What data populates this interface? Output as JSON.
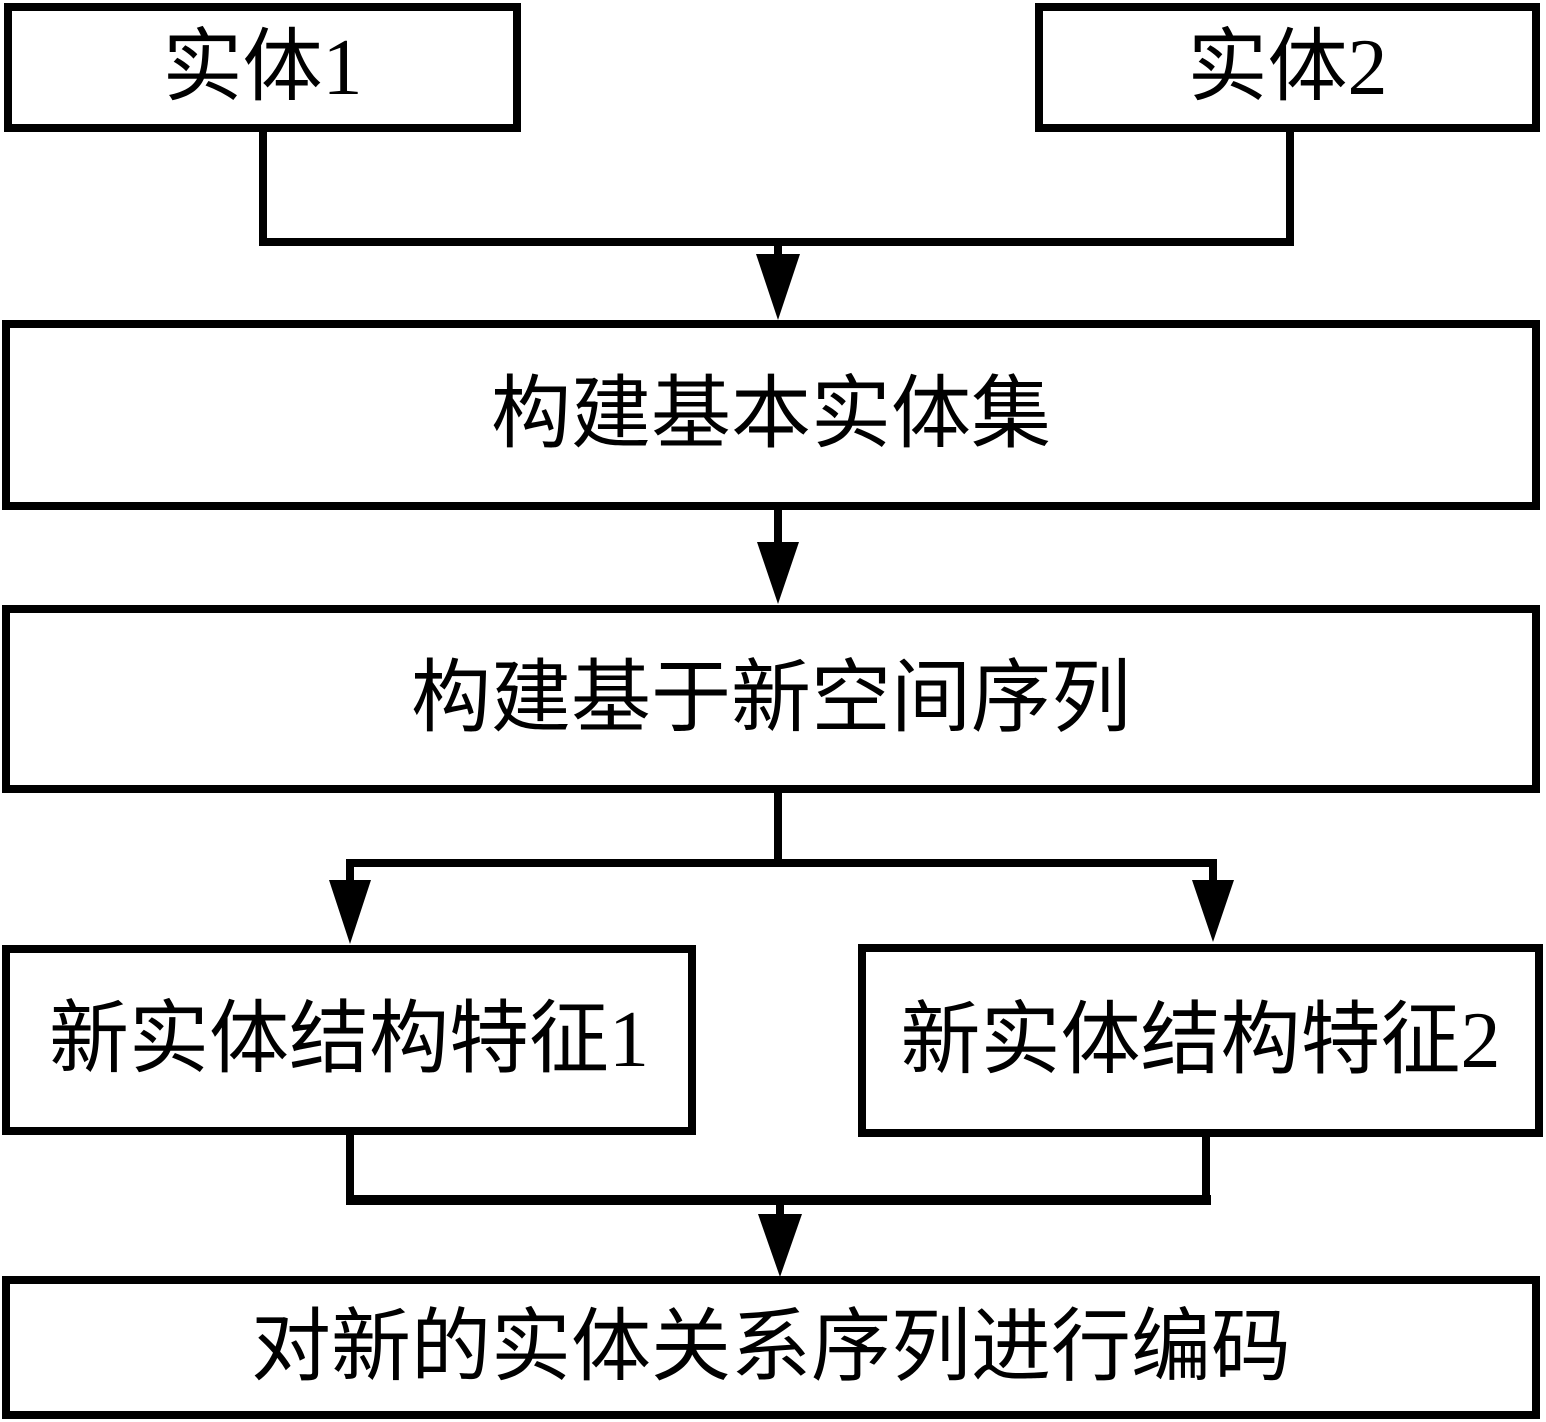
{
  "diagram": {
    "title": "entity-relation-encoding-flowchart",
    "colors": {
      "background": "#ffffff",
      "line": "#000000",
      "text": "#000000"
    },
    "nodes": {
      "entity1": "实体1",
      "entity2": "实体2",
      "build_entity_set": "构建基本实体集",
      "build_spatial_sequence": "构建基于新空间序列",
      "feature1": "新实体结构特征1",
      "feature2": "新实体结构特征2",
      "encode": "对新的实体关系序列进行编码"
    }
  }
}
